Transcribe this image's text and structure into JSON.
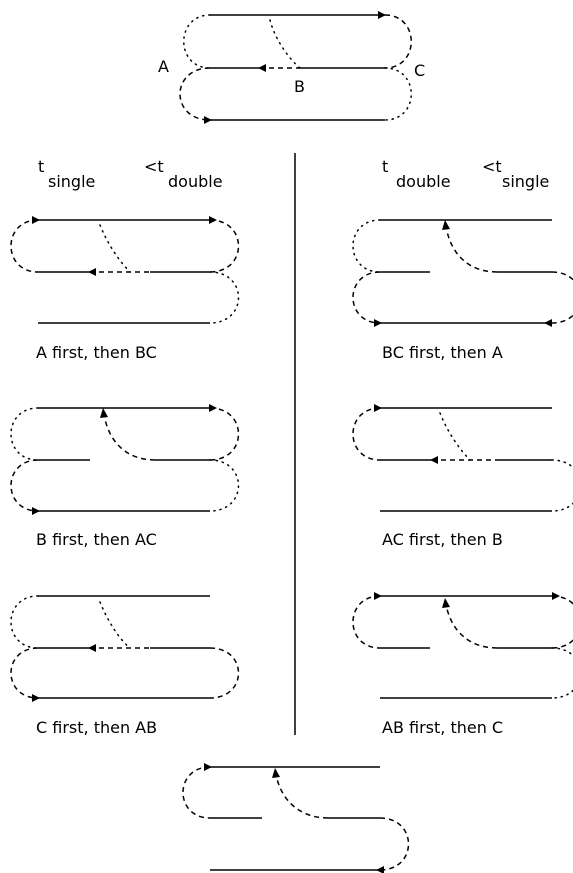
{
  "top": {
    "label_a": "A",
    "label_b": "B",
    "label_c": "C"
  },
  "columns": {
    "left_header": {
      "t1": "t",
      "s1": "single",
      "lt": "<t",
      "s2": "double"
    },
    "right_header": {
      "t1": "t",
      "s1": "double",
      "lt": "<t",
      "s2": "single"
    }
  },
  "captions": {
    "left": [
      "A first, then BC",
      "B first, then AC",
      "C first, then AB"
    ],
    "right": [
      "BC first, then A",
      "AC first, then B",
      "AB first, then C"
    ]
  }
}
